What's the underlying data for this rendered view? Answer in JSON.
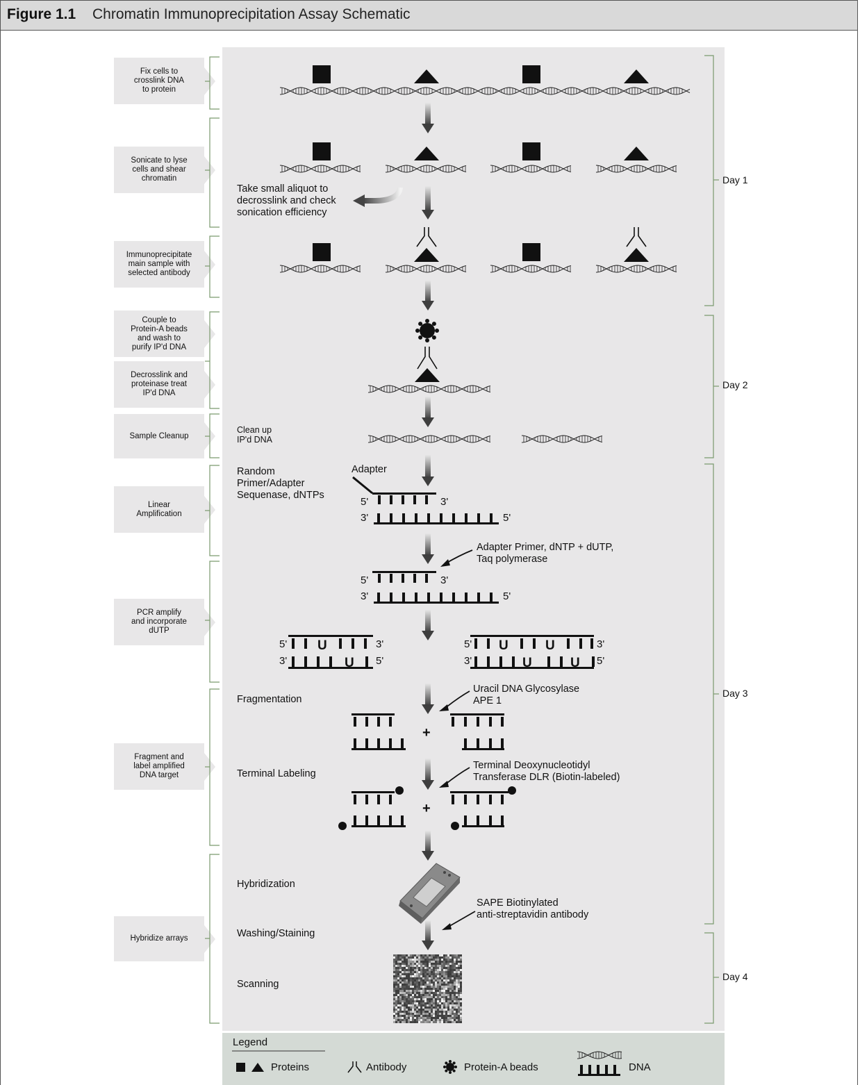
{
  "figure": {
    "number": "Figure 1.1",
    "title": "Chromatin Immunoprecipitation Assay Schematic"
  },
  "steps": [
    "Fix cells to\ncrosslink DNA\nto protein",
    "Sonicate to lyse\ncells and shear\nchromatin",
    "Immunoprecipitate\nmain sample with\nselected antibody",
    "Couple to\nProtein-A beads\nand wash to\npurify IP'd DNA",
    "Decrosslink and\nproteinase treat\nIP'd DNA",
    "Sample Cleanup",
    "Linear\nAmplification",
    "PCR amplify\nand incorporate\ndUTP",
    "Fragment and\nlabel amplified\nDNA target",
    "Hybridize arrays"
  ],
  "days": [
    "Day 1",
    "Day 2",
    "Day 3",
    "Day 4"
  ],
  "annotations": {
    "aliquot": "Take small aliquot to\ndecrosslink and check\nsonication efficiency",
    "cleanup": "Clean up\nIP'd DNA",
    "random_primer": "Random\nPrimer/Adapter\nSequenase, dNTPs",
    "adapter": "Adapter",
    "adapter_primer": "Adapter Primer, dNTP + dUTP,\nTaq polymerase",
    "fragmentation": "Fragmentation",
    "uracil": "Uracil DNA Glycosylase\nAPE 1",
    "terminal_labeling": "Terminal Labeling",
    "terminal_transferase": "Terminal Deoxynucleotidyl\nTransferase DLR (Biotin-labeled)",
    "hybridization": "Hybridization",
    "sape": "SAPE Biotinylated\nanti-streptavidin antibody",
    "washing": "Washing/Staining",
    "scanning": "Scanning"
  },
  "strand_labels": {
    "five": "5'",
    "three": "3'",
    "uracil": "U",
    "plus": "+"
  },
  "legend": {
    "title": "Legend",
    "proteins": "Proteins",
    "antibody": "Antibody",
    "beads": "Protein-A beads",
    "dna": "DNA"
  },
  "colors": {
    "panel": "#e8e7e8",
    "legend_bg": "#d4dad5",
    "title_bg": "#d9d9d9",
    "bracket": "#7a9a6e"
  }
}
